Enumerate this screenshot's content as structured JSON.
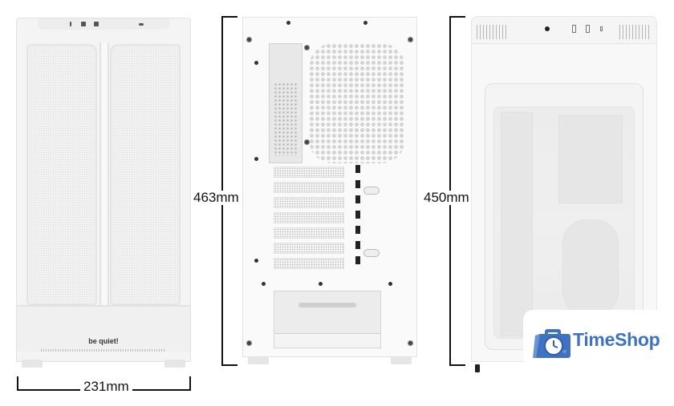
{
  "image": {
    "subject": "be quiet! PC case dimensions, white",
    "views": [
      "front",
      "rear",
      "side"
    ]
  },
  "dimensions": {
    "width": {
      "label": "231mm",
      "value": 231,
      "unit": "mm"
    },
    "height": {
      "label": "463mm",
      "value": 463,
      "unit": "mm"
    },
    "depth": {
      "label": "450mm",
      "value": 450,
      "unit": "mm"
    }
  },
  "front_view": {
    "brand_text": "be quiet!"
  },
  "watermark": {
    "brand": "TimeShop",
    "accent_color": "#3f73c2"
  },
  "colors": {
    "case_body": "#f4f4f4",
    "dimension_lines": "#111111",
    "background": "#ffffff"
  }
}
